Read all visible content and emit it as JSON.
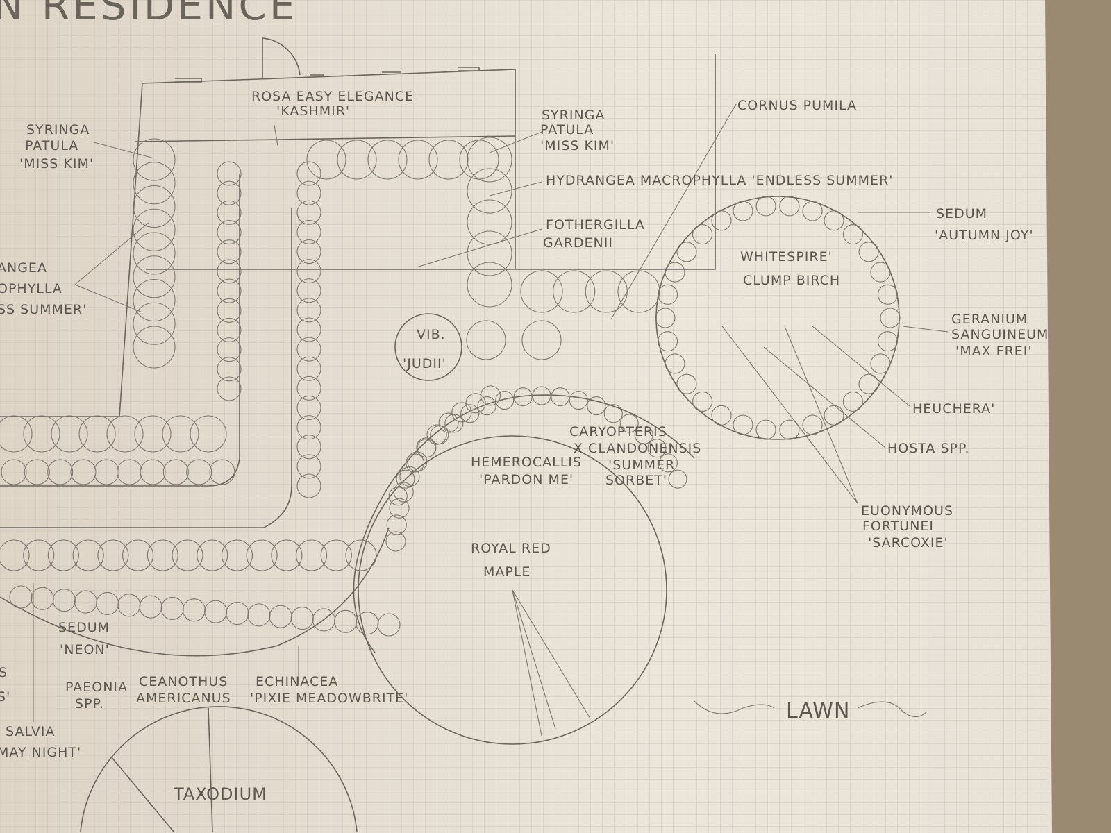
{
  "title": "N RESIDENCE",
  "colors": {
    "paper": "#e4dccf",
    "grid": "#cfc7ba",
    "pencil": "#6b655c",
    "table_edge": "#8a7a63"
  },
  "labels": {
    "rosa": [
      "ROSA EASY ELEGANCE",
      "'KASHMIR'"
    ],
    "syringa_left": [
      "SYRINGA",
      "PATULA",
      "'MISS KIM'"
    ],
    "syringa_right": [
      "SYRINGA",
      "PATULA",
      "'MISS KIM'"
    ],
    "cornus": [
      "CORNUS PUMILA"
    ],
    "hydrangea_right": [
      "HYDRANGEA MACROPHYLLA 'ENDLESS SUMMER'"
    ],
    "hydrangea_left": [
      "ANGEA",
      "OPHYLLA",
      "SS SUMMER'"
    ],
    "fothergilla": [
      "FOTHERGILLA",
      "GARDENII"
    ],
    "birch": [
      "WHITESPIRE'",
      "CLUMP BIRCH"
    ],
    "sedum_autumn": [
      "SEDUM",
      "'AUTUMN JOY'"
    ],
    "geranium": [
      "GERANIUM",
      "SANGUINEUM",
      "'MAX FREI'"
    ],
    "heuchera": [
      "HEUCHERA'"
    ],
    "hosta": [
      "HOSTA SPP."
    ],
    "euonymous": [
      "EUONYMOUS",
      "FORTUNEI",
      "'SARCOXIE'"
    ],
    "viburnum": [
      "VIB.",
      "'JUDII'"
    ],
    "caryopteris": [
      "CARYOPTERIS",
      "X CLANDONENSIS",
      "'SUMMER",
      "SORBET'"
    ],
    "hemerocallis": [
      "HEMEROCALLIS",
      "'PARDON ME'"
    ],
    "maple": [
      "ROYAL RED",
      "MAPLE"
    ],
    "sedum_neon": [
      "SEDUM",
      "'NEON'"
    ],
    "paeonia": [
      "PAEONIA",
      "SPP."
    ],
    "ceanothus": [
      "CEANOTHUS",
      "AMERICANUS"
    ],
    "echinacea": [
      "ECHINACEA",
      "'PIXIE MEADOWBRITE'"
    ],
    "salvia": [
      "SALVIA",
      "MAY NIGHT'"
    ],
    "taxodium": [
      "TAXODIUM"
    ],
    "lawn": [
      "LAWN"
    ],
    "partial_left": [
      "S",
      "S'"
    ]
  }
}
